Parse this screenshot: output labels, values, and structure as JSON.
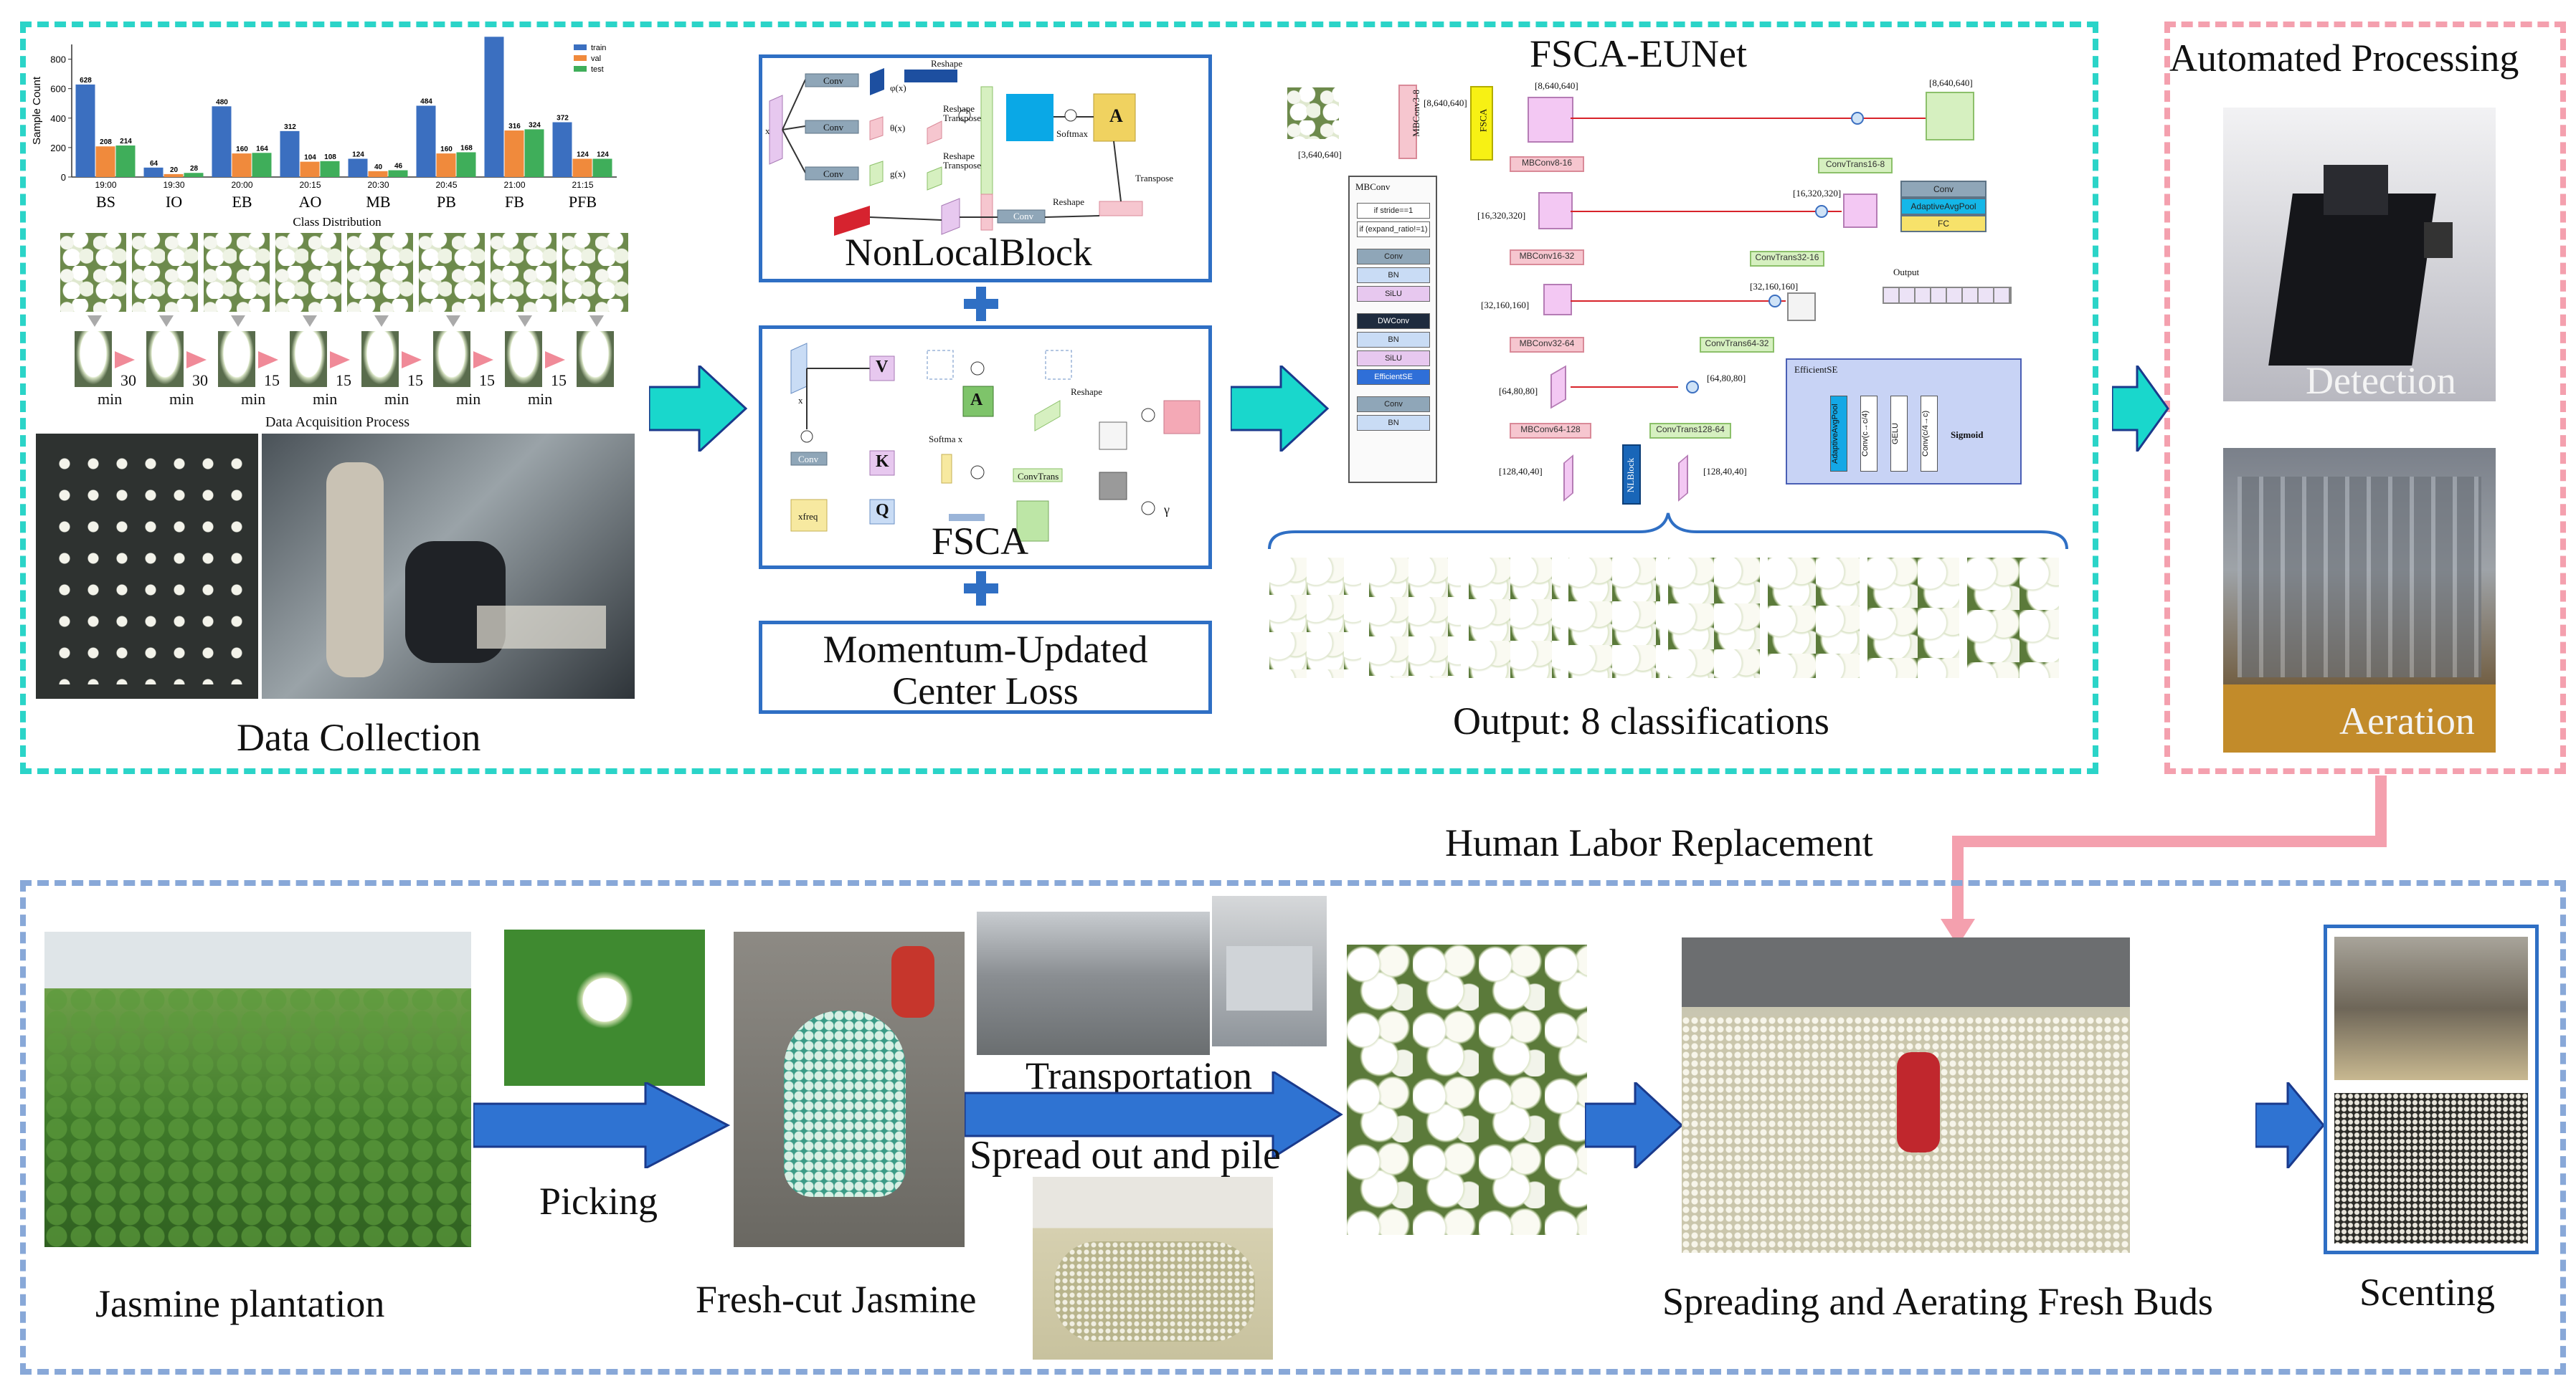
{
  "colors": {
    "teal": "#2bd4c8",
    "pink": "#f4a0ae",
    "blue_dash": "#88a8d8",
    "box_blue": "#2f6fc4",
    "arrow_blue": "#2f73d2",
    "arrow_teal": "#19d7cc"
  },
  "sections": {
    "data_collection": "Data Collection",
    "data_acquisition_process": "Data Acquisition Process",
    "nonlocal_block": "NonLocalBlock",
    "fsca": "FSCA",
    "center_loss_line1": "Momentum-Updated",
    "center_loss_line2": "Center Loss",
    "fsca_eunet": "FSCA-EUNet",
    "output": "Output: 8 classifications",
    "automated_processing": "Automated Processing",
    "detection": "Detection",
    "aeration": "Aeration",
    "human_labor": "Human Labor Replacement"
  },
  "bottom": {
    "plantation": "Jasmine plantation",
    "picking": "Picking",
    "fresh_cut": "Fresh-cut Jasmine",
    "transportation": "Transportation",
    "spread_pile": "Spread out and pile",
    "spreading": "Spreading and Aerating Fresh Buds",
    "scenting": "Scenting"
  },
  "chart_data": {
    "type": "bar",
    "title": "",
    "xlabel": "Class Distribution",
    "ylabel": "Sample Count",
    "ylim": [
      0,
      900
    ],
    "yticks": [
      "0",
      "200",
      "400",
      "600",
      "800"
    ],
    "categories": [
      "BS",
      "IO",
      "EB",
      "AO",
      "MB",
      "PB",
      "FB",
      "PFB"
    ],
    "times": [
      "19:00",
      "19:30",
      "20:00",
      "20:15",
      "20:30",
      "20:45",
      "21:00",
      "21:15"
    ],
    "series": [
      {
        "name": "train",
        "color": "#3b6fc0",
        "values": [
          628,
          64,
          480,
          312,
          124,
          484,
          952,
          372
        ]
      },
      {
        "name": "val",
        "color": "#f08a3c",
        "values": [
          208,
          20,
          160,
          104,
          40,
          160,
          316,
          124
        ]
      },
      {
        "name": "test",
        "color": "#3fae5a",
        "values": [
          214,
          28,
          164,
          108,
          46,
          168,
          324,
          124
        ]
      }
    ]
  },
  "acquisition_intervals": [
    {
      "value": "30",
      "unit": "min"
    },
    {
      "value": "30",
      "unit": "min"
    },
    {
      "value": "15",
      "unit": "min"
    },
    {
      "value": "15",
      "unit": "min"
    },
    {
      "value": "15",
      "unit": "min"
    },
    {
      "value": "15",
      "unit": "min"
    },
    {
      "value": "15",
      "unit": "min"
    }
  ],
  "nonlocal": {
    "conv": "Conv",
    "reshape": "Reshape",
    "reshape_transpose": "Reshape Transpose",
    "phi": "φ(x)",
    "theta": "θ(x)",
    "g": "g(x)",
    "softmax": "Softmax",
    "transpose": "Transpose",
    "a": "A",
    "x": "x"
  },
  "fsca_parts": {
    "v": "V",
    "k": "K",
    "q": "Q",
    "a": "A",
    "x": "x",
    "conv": "Conv",
    "softmax": "Softma x",
    "reshape": "Reshape",
    "convtrans": "ConvTrans",
    "xfreq": "xfreq",
    "gamma": "γ"
  },
  "eunet": {
    "input_dim": "[3,640,640]",
    "stem": "MBConv3-8",
    "d1": "[8,640,640]",
    "d2": "[16,320,320]",
    "d3": "[32,160,160]",
    "d4": "[64,80,80]",
    "d5": "[128,40,40]",
    "fsca": "FSCA",
    "nlblock": "NLBlock",
    "enc": [
      "MBConv8-16",
      "MBConv16-32",
      "MBConv32-64",
      "MBConv64-128"
    ],
    "dec": [
      "ConvTrans16-8",
      "ConvTrans32-16",
      "ConvTrans64-32",
      "ConvTrans128-64"
    ],
    "dec_dims": [
      "[8,640,640]",
      "[16,320,320]",
      "[32,160,160]",
      "[64,80,80]",
      "[128,40,40]"
    ],
    "head": [
      "Conv",
      "AdaptiveAvgPool",
      "FC"
    ],
    "output": "Output",
    "mbconv_title": "MBConv",
    "mbconv_steps": [
      "if stride==1",
      "if (expand_ratio!=1)",
      "Conv",
      "BN",
      "SiLU",
      "DWConv",
      "BN",
      "SiLU",
      "EfficientSE",
      "Conv",
      "BN"
    ],
    "se_title": "EfficientSE",
    "se_steps": [
      "AdaptiveAvgPool",
      "Conv(c→c/4)",
      "GELU",
      "Conv(c/4→c)",
      "Sigmoid"
    ]
  }
}
